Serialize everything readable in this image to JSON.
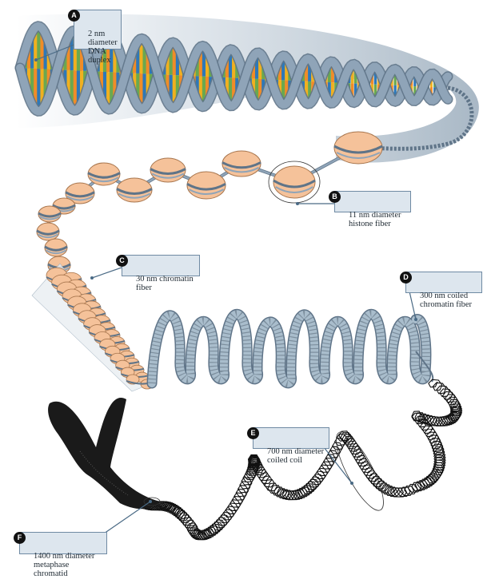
{
  "labels": [
    {
      "id": "A",
      "badge": "A",
      "text": "2 nm\ndiameter\nDNA\nduplex"
    },
    {
      "id": "B",
      "badge": "B",
      "text": "11 nm diameter\nhistone fiber"
    },
    {
      "id": "C",
      "badge": "C",
      "text": "30 nm chromatin\nfiber"
    },
    {
      "id": "D",
      "badge": "D",
      "text": "300 nm coiled\nchromatin fiber"
    },
    {
      "id": "E",
      "badge": "E",
      "text": "700 nm diameter\ncoiled coil"
    },
    {
      "id": "F",
      "badge": "F",
      "text": "1400 nm diameter\nmetaphase chromatid"
    }
  ],
  "colors": {
    "backbone": "#8fa4b8",
    "backbone_dark": "#5f7488",
    "base_pairs": [
      "#2e78b8",
      "#f0b020",
      "#6aa84f",
      "#f08c28"
    ],
    "nucleosome": "#f5c29a",
    "nucleosome_edge": "#a8764e",
    "fiber": "#a9bdcc",
    "chromosome": "#1a1a1a",
    "callout_bg": "#dde6ee"
  }
}
